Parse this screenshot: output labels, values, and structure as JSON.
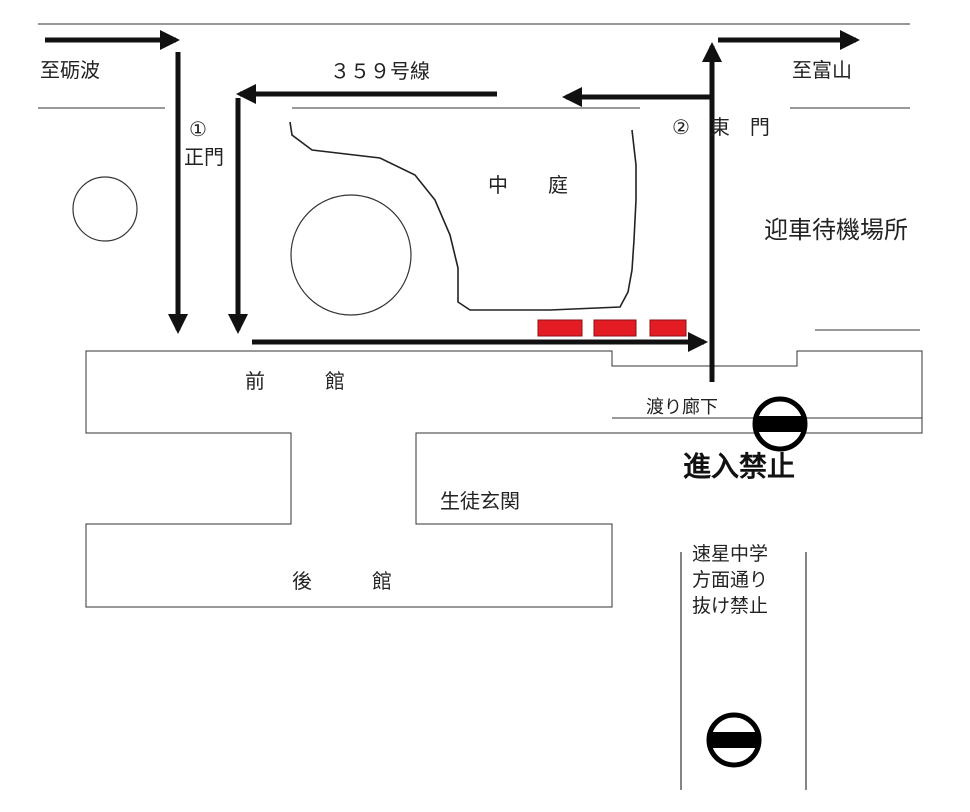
{
  "labels": {
    "to_tonami": "至砺波",
    "route_359": "３５９号線",
    "to_toyama": "至富山",
    "gate1_num": "①",
    "gate1_name": "正門",
    "gate2": "②　東　門",
    "courtyard": "中　　庭",
    "pickup_area": "迎車待機場所",
    "front_building": "前　　　館",
    "corridor": "渡り廊下",
    "no_entry": "進入禁止",
    "student_entrance": "生徒玄関",
    "rear_building": "後　　　館",
    "no_through_line1": "速星中学",
    "no_through_line2": "方面通り",
    "no_through_line3": "抜け禁止"
  },
  "colors": {
    "line": "#111111",
    "waiting_car": "#e31b23",
    "no_entry_sign": "#000000"
  },
  "icons": {
    "no_entry": "no-entry-sign-icon",
    "car": "waiting-car-icon"
  }
}
